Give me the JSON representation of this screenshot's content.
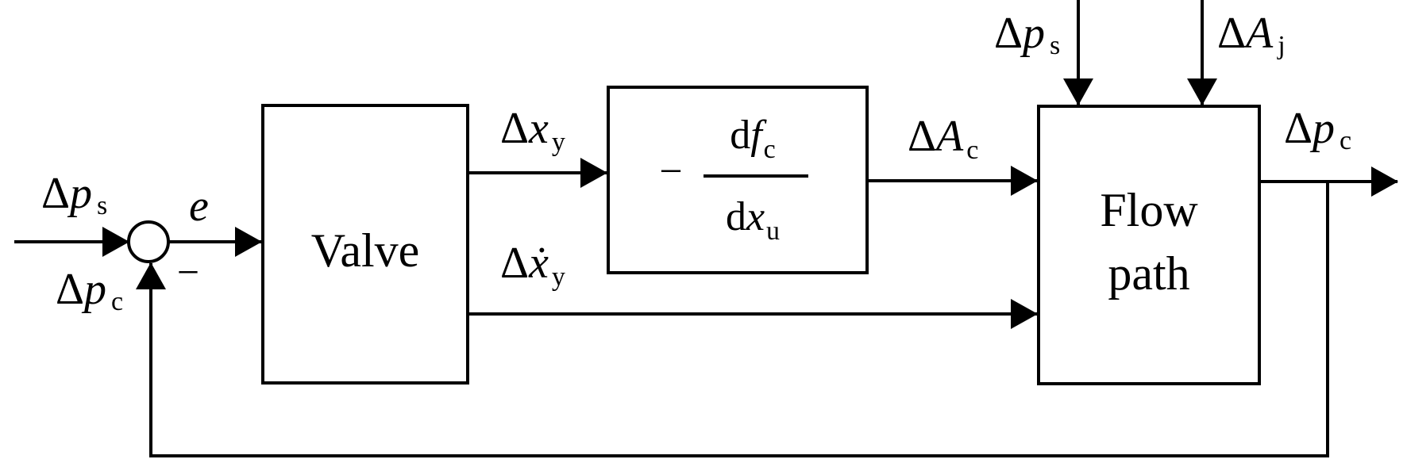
{
  "blocks": {
    "valve": {
      "label": "Valve"
    },
    "gain": {
      "sign": "−",
      "num_d": "d",
      "num_var": "f",
      "num_sub": "c",
      "den_d": "d",
      "den_var": "x",
      "den_sub": "u"
    },
    "flow": {
      "line1": "Flow",
      "line2": "path"
    }
  },
  "summing_junction": {
    "minus_sign": "−"
  },
  "signals": {
    "ps_in": {
      "delta": "Δ",
      "var": "p",
      "sub": "s"
    },
    "pc_fb": {
      "delta": "Δ",
      "var": "p",
      "sub": "c"
    },
    "e": {
      "var": "e"
    },
    "xy": {
      "delta": "Δ",
      "var": "x",
      "sub": "y"
    },
    "xy_dot": {
      "delta": "Δ",
      "var": "ẋ",
      "sub": "y"
    },
    "Ac": {
      "delta": "Δ",
      "var": "A",
      "sub": "c"
    },
    "ps_top": {
      "delta": "Δ",
      "var": "p",
      "sub": "s"
    },
    "Aj": {
      "delta": "Δ",
      "var": "A",
      "sub": "j"
    },
    "pc_out": {
      "delta": "Δ",
      "var": "p",
      "sub": "c"
    }
  }
}
